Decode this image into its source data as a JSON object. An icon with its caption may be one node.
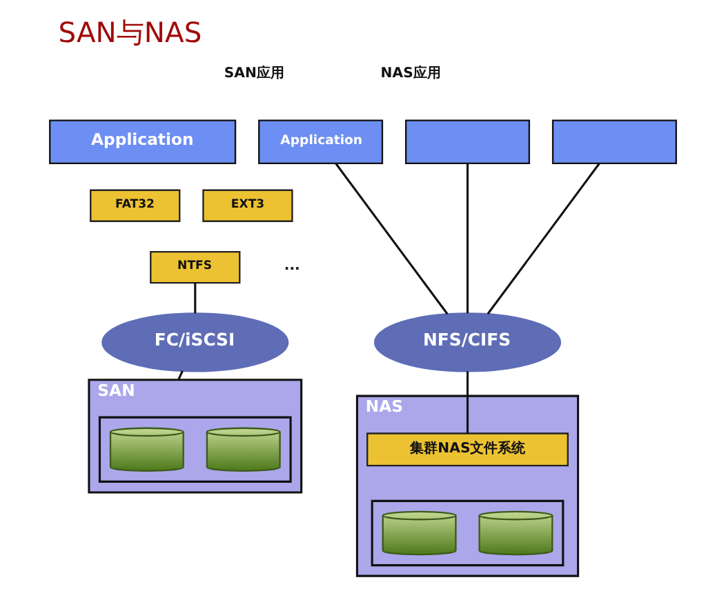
{
  "diagram": {
    "title": "SAN与NAS",
    "nodes": [
      {
        "text": [
          "Application"
        ]
      },
      {
        "text": [
          "FAT32"
        ]
      },
      {
        "text": [
          "EXT3"
        ]
      },
      {
        "text": [
          "NTFS"
        ]
      },
      {
        "text": [
          "FC/iSCSI"
        ]
      },
      {
        "text": [
          "SAN"
        ]
      },
      {
        "text": [],
        "shape": "box",
        "in": 5
      },
      {
        "text": [],
        "shape": "cylinder",
        "in": 6
      },
      {
        "text": [],
        "shape": "cylinder",
        "in": 6
      },
      {
        "text": [
          "Application"
        ]
      },
      {
        "text": [],
        "shape": "box"
      },
      {
        "text": [],
        "shape": "box"
      },
      {
        "text": [
          "NFS/CIFS"
        ]
      },
      {
        "text": [
          "NAS"
        ]
      },
      {
        "text": [
          "集群NAS文件系统"
        ],
        "in": 13
      },
      {
        "text": [],
        "shape": "box",
        "in": 13
      },
      {
        "text": [],
        "shape": "cylinder",
        "in": 15
      },
      {
        "text": [],
        "shape": "cylinder",
        "in": 15
      }
    ],
    "edges": [
      {
        "from": 3,
        "to": 4,
        "arrow": "none"
      },
      {
        "from": 4,
        "to": 5,
        "arrow": "none"
      },
      {
        "from": 9,
        "to": 12,
        "arrow": "none"
      },
      {
        "from": 10,
        "to": 12,
        "arrow": "none"
      },
      {
        "from": 11,
        "to": 12,
        "arrow": "none"
      },
      {
        "from": 12,
        "to": 14,
        "arrow": "none"
      }
    ],
    "labels": [
      "SAN应用",
      "NAS应用",
      "..."
    ]
  }
}
